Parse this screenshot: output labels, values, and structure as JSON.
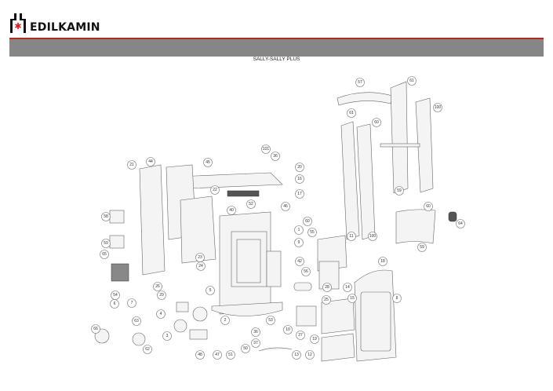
{
  "header": {
    "brand": "EDILKAMIN",
    "title": "SALLY-SALLY PLUS"
  },
  "colors": {
    "band": "#868686",
    "accent": "#b02a2a",
    "logo_star": "#d62020"
  },
  "callouts": [
    "57",
    "61",
    "100",
    "61",
    "60",
    "59",
    "60",
    "64",
    "59",
    "11",
    "100",
    "101",
    "36",
    "20",
    "16",
    "17",
    "44",
    "45",
    "21",
    "22",
    "52",
    "46",
    "40",
    "60",
    "1",
    "55",
    "9",
    "58",
    "59",
    "65",
    "42",
    "56",
    "18",
    "54",
    "6",
    "7",
    "26",
    "29",
    "23",
    "24",
    "5",
    "28",
    "14",
    "25",
    "15",
    "8",
    "4",
    "2",
    "53",
    "63",
    "66",
    "3",
    "36",
    "37",
    "10",
    "27",
    "19",
    "62",
    "50",
    "48",
    "47",
    "51",
    "13",
    "12"
  ]
}
